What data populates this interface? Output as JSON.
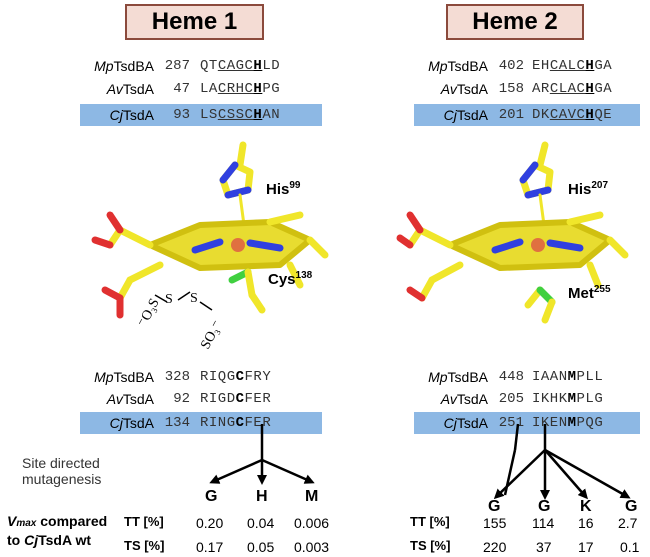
{
  "heme1": {
    "title": "Heme 1",
    "top_rows": [
      {
        "org_prefix": "Mp",
        "org_suffix": "TsdBA",
        "num": "287",
        "pre": "QT",
        "under": "CAGC",
        "bold": "H",
        "post": "LD"
      },
      {
        "org_prefix": "Av",
        "org_suffix": "TsdA",
        "num": "47",
        "pre": "LA",
        "under": "CRHC",
        "bold": "H",
        "post": "PG"
      },
      {
        "org_prefix": "Cj",
        "org_suffix": "TsdA",
        "num": "93",
        "pre": "LS",
        "under": "CSSC",
        "bold": "H",
        "post": "AN"
      }
    ],
    "his_label": "His",
    "his_num": "99",
    "cys_label": "Cys",
    "cys_num": "138",
    "thiosulfate": "-O3S–S–S–SO3-",
    "bottom_rows": [
      {
        "org_prefix": "Mp",
        "org_suffix": "TsdBA",
        "num": "328",
        "pre": "RIQG",
        "bold": "C",
        "post": "FRY"
      },
      {
        "org_prefix": "Av",
        "org_suffix": "TsdA",
        "num": "92",
        "pre": "RIGD",
        "bold": "C",
        "post": "FER"
      },
      {
        "org_prefix": "Cj",
        "org_suffix": "TsdA",
        "num": "134",
        "pre": "RING",
        "bold": "C",
        "post": "FER"
      }
    ],
    "mutants": [
      "G",
      "H",
      "M"
    ],
    "tt": [
      "0.20",
      "0.04",
      "0.006"
    ],
    "ts": [
      "0.17",
      "0.05",
      "0.003"
    ]
  },
  "heme2": {
    "title": "Heme 2",
    "top_rows": [
      {
        "org_prefix": "Mp",
        "org_suffix": "TsdBA",
        "num": "402",
        "pre": "EH",
        "under": "CALC",
        "bold": "H",
        "post": "GA"
      },
      {
        "org_prefix": "Av",
        "org_suffix": "TsdA",
        "num": "158",
        "pre": "AR",
        "under": "CLAC",
        "bold": "H",
        "post": "GA"
      },
      {
        "org_prefix": "Cj",
        "org_suffix": "TsdA",
        "num": "201",
        "pre": "DK",
        "under": "CAVC",
        "bold": "H",
        "post": "QE"
      }
    ],
    "his_label": "His",
    "his_num": "207",
    "met_label": "Met",
    "met_num": "255",
    "bottom_rows": [
      {
        "org_prefix": "Mp",
        "org_suffix": "TsdBA",
        "num": "448",
        "pre": "IAAN",
        "bold": "M",
        "post": "PLL"
      },
      {
        "org_prefix": "Av",
        "org_suffix": "TsdA",
        "num": "205",
        "pre": "IKHK",
        "bold": "M",
        "post": "PLG"
      },
      {
        "org_prefix": "Cj",
        "org_suffix": "TsdA",
        "num": "251",
        "pre": "IKEN",
        "bold": "M",
        "post": "PQG"
      }
    ],
    "mutants": [
      "G",
      "G",
      "K",
      "G"
    ],
    "tt": [
      "155",
      "114",
      "16",
      "2.7"
    ],
    "ts": [
      "220",
      "37",
      "17",
      "0.1"
    ]
  },
  "side": {
    "site_directed_1": "Site directed",
    "site_directed_2": "mutagenesis",
    "vmax_prefix": "V",
    "vmax_sub": "max",
    "vmax_rest": " compared",
    "to_prefix": "to ",
    "to_cj": "Cj",
    "to_rest": "TsdA wt",
    "tt_label": "TT [%]",
    "ts_label": "TS [%]"
  },
  "colors": {
    "highlight": "#8db8e4",
    "title_fill": "#f4dcd4",
    "title_border": "#8b4a3c",
    "carbon": "#f0e62a",
    "nitrogen": "#3040e0",
    "oxygen": "#e03030",
    "iron": "#e07040",
    "sulfur": "#40d040"
  }
}
